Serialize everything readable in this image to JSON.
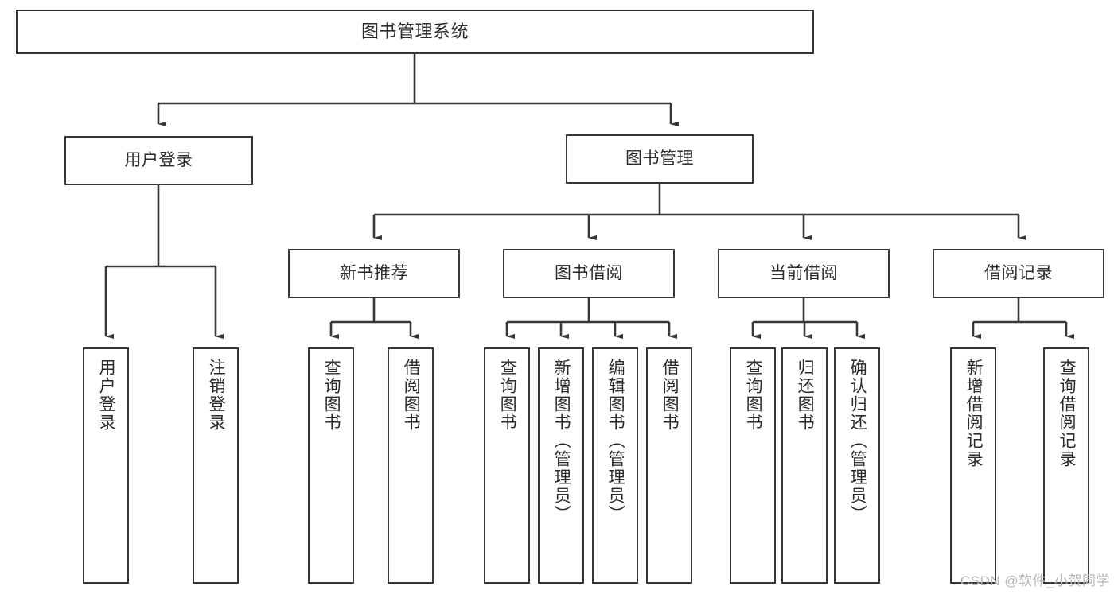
{
  "diagram": {
    "title": "图书管理系统",
    "type": "tree-hierarchy-diagram",
    "colors": {
      "background": "#ffffff",
      "box_border": "#35383a",
      "box_fill": "#ffffff",
      "connector": "#35383a",
      "text": "#2b2b2b",
      "watermark": "#b9b9b9"
    }
  },
  "nodes": {
    "root": {
      "label": "图书管理系统"
    },
    "level2": [
      {
        "label": "用户登录"
      },
      {
        "label": "图书管理"
      }
    ],
    "level3": [
      {
        "label": "新书推荐"
      },
      {
        "label": "图书借阅"
      },
      {
        "label": "当前借阅"
      },
      {
        "label": "借阅记录"
      }
    ],
    "leaves_user_login": [
      {
        "label": "用户登录"
      },
      {
        "label": "注销登录"
      }
    ],
    "leaves_new_book": [
      {
        "label": "查询图书"
      },
      {
        "label": "借阅图书"
      }
    ],
    "leaves_book_borrow": [
      {
        "label": "查询图书"
      },
      {
        "label": "新增图书（管理员）"
      },
      {
        "label": "编辑图书（管理员）"
      },
      {
        "label": "借阅图书"
      }
    ],
    "leaves_current_borrow": [
      {
        "label": "查询图书"
      },
      {
        "label": "归还图书"
      },
      {
        "label": "确认归还（管理员）"
      }
    ],
    "leaves_borrow_record": [
      {
        "label": "新增借阅记录"
      },
      {
        "label": "查询借阅记录"
      }
    ]
  },
  "watermark": {
    "text": "CSDN @软件_小贺同学"
  }
}
